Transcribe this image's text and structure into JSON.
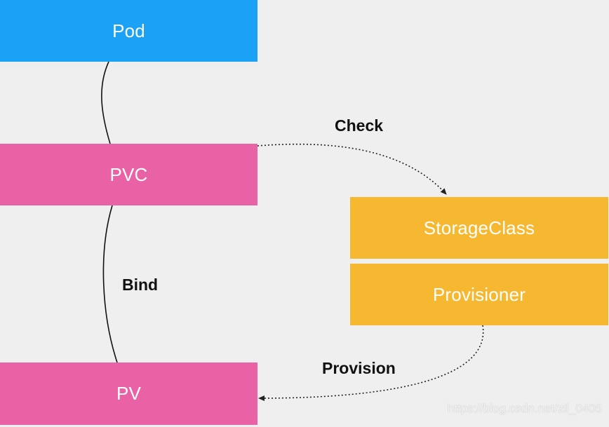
{
  "nodes": {
    "pod": "Pod",
    "pvc": "PVC",
    "pv": "PV",
    "storage_class": "StorageClass",
    "provisioner": "Provisioner"
  },
  "edges": {
    "check": "Check",
    "bind": "Bind",
    "provision": "Provision"
  },
  "watermark": "https://blog.csdn.net/zll_0405",
  "colors": {
    "pod": "#1ba1f5",
    "pvc": "#e962a6",
    "pv": "#e962a6",
    "storage_class": "#f6b830",
    "provisioner": "#f6b830",
    "background": "#efefef"
  }
}
